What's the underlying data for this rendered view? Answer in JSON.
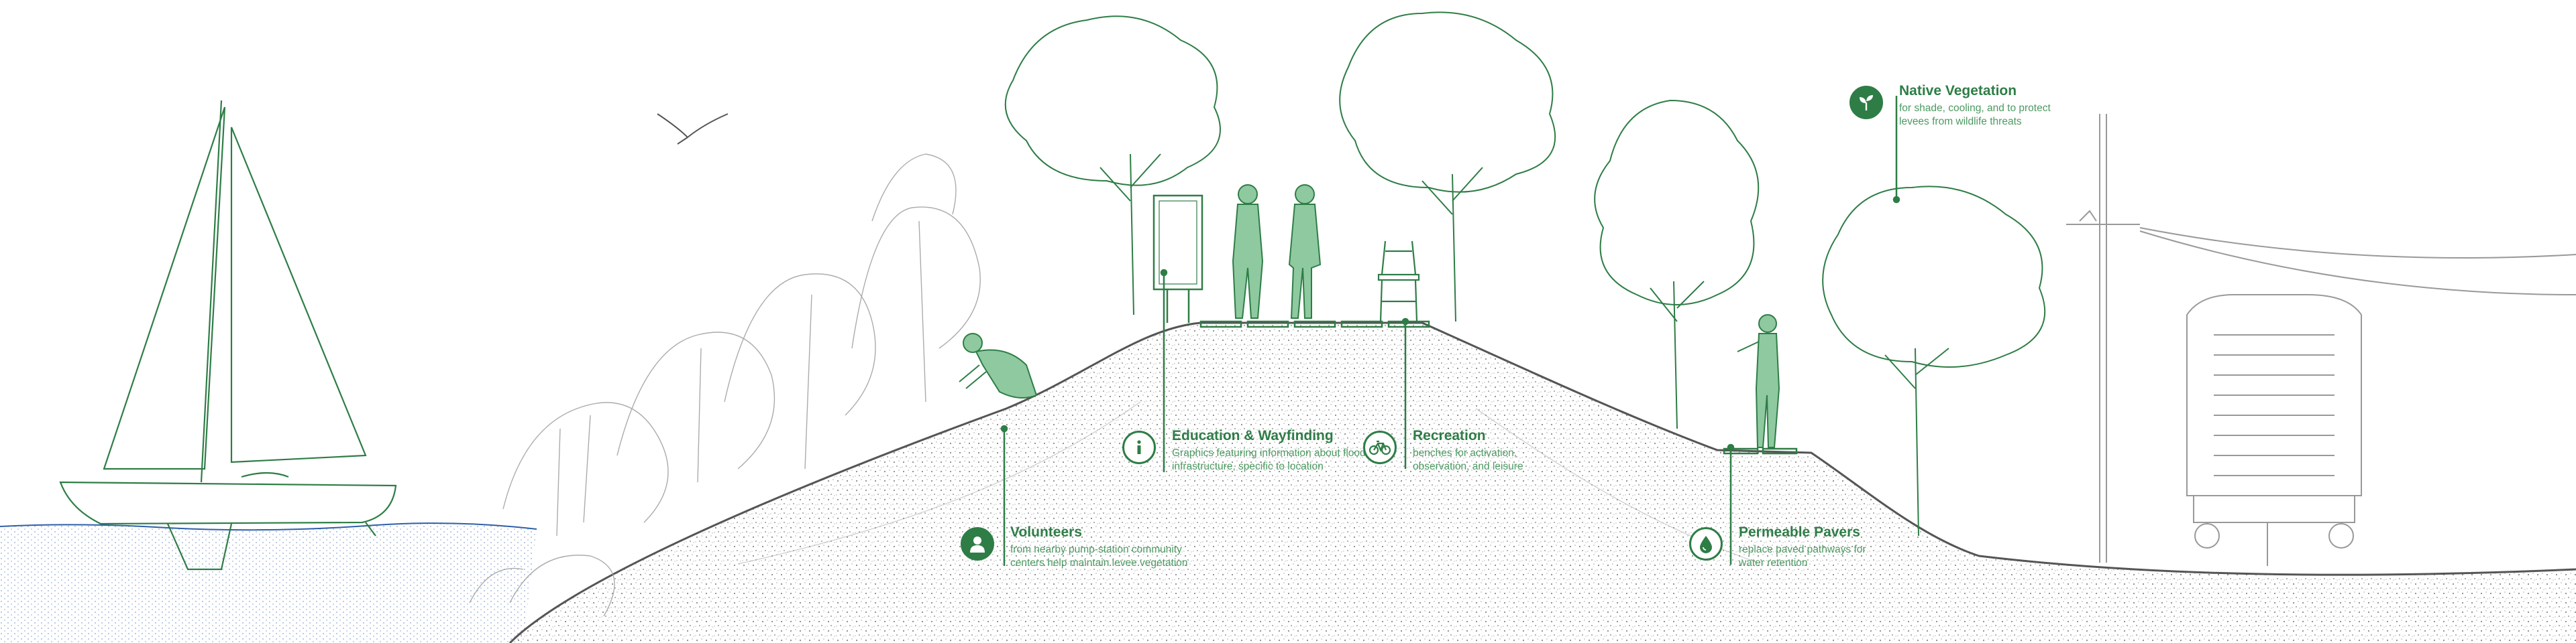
{
  "colors": {
    "accent": "#2e7d46",
    "accent_light": "#8fc9a0",
    "water": "#2f5fa8",
    "ground_line": "#555555",
    "sketch": "#9a9a9a"
  },
  "callouts": [
    {
      "id": "volunteers",
      "icon": "person-icon",
      "title": "Volunteers",
      "description": "from nearby pump-station community centers help maintain levee vegetation"
    },
    {
      "id": "education",
      "icon": "info-icon",
      "title": "Education & Wayfinding",
      "description": "Graphics featuring information about flood infrastructure, specific to location"
    },
    {
      "id": "recreation",
      "icon": "bicycle-icon",
      "title": "Recreation",
      "description": "benches for activation, observation, and leisure"
    },
    {
      "id": "permeable",
      "icon": "water-drop-icon",
      "title": "Permeable Pavers",
      "description": "replace paved pathways for water retention"
    },
    {
      "id": "native",
      "icon": "sprout-icon",
      "title": "Native Vegetation",
      "description": "for shade, cooling, and to protect levees from wildlife threats"
    }
  ]
}
